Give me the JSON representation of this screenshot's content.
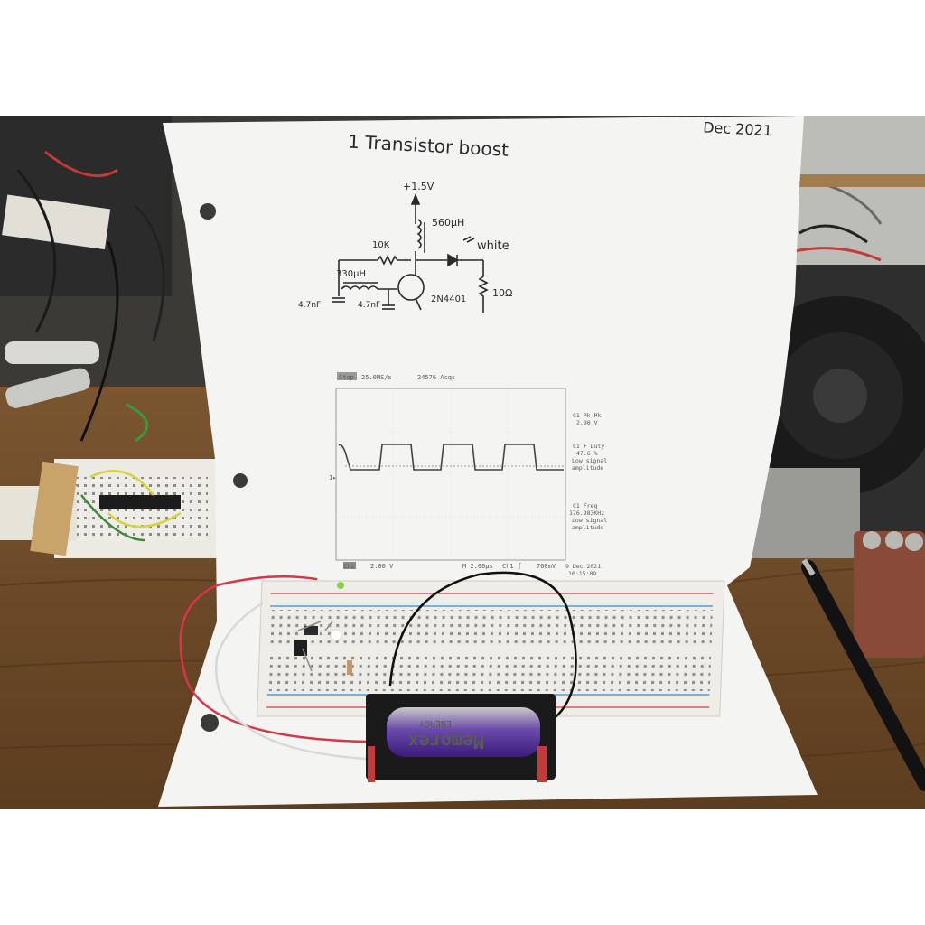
{
  "page": {
    "title": "1 Transistor boost",
    "date": "Dec 2021"
  },
  "schematic": {
    "supply": "+1.5V",
    "inductor_main": "560μH",
    "resistor_base": "10K",
    "led": "white",
    "inductor_feedback": "330μH",
    "resistor_load": "10Ω",
    "transistor": "2N4401",
    "cap_left": "4.7nF",
    "cap_right": "4.7nF"
  },
  "scope": {
    "stop_label": "Stop",
    "sample_rate": "25.0MS/s",
    "acqs": "24576 Acqs",
    "ch1_pkpk_label": "C1 Pk-Pk",
    "ch1_pkpk_value": "2.90 V",
    "ch1_duty_label": "C1 + Duty",
    "ch1_duty_value": "47.6 %",
    "ch1_duty_note1": "Low signal",
    "ch1_duty_note2": "amplitude",
    "ch1_freq_label": "C1 Freq",
    "ch1_freq_value": "176.983KHz",
    "ch1_freq_note1": "Low signal",
    "ch1_freq_note2": "amplitude",
    "ch1_scale_label": "Ch1",
    "ch1_scale": "2.00 V",
    "timebase": "M 2.00μs",
    "trigger": "Ch1 ∫",
    "trigger_level": "760mV",
    "timestamp_date": "9 Dec 2021",
    "timestamp_time": "10:15:09"
  },
  "battery": {
    "brand": "Memorex",
    "line": "ENERGY"
  },
  "colors": {
    "paper": "#f4f4f2",
    "table_wood": "#8a6236",
    "breadboard": "#eeece6",
    "battery_purple": "#4a2a8a"
  }
}
